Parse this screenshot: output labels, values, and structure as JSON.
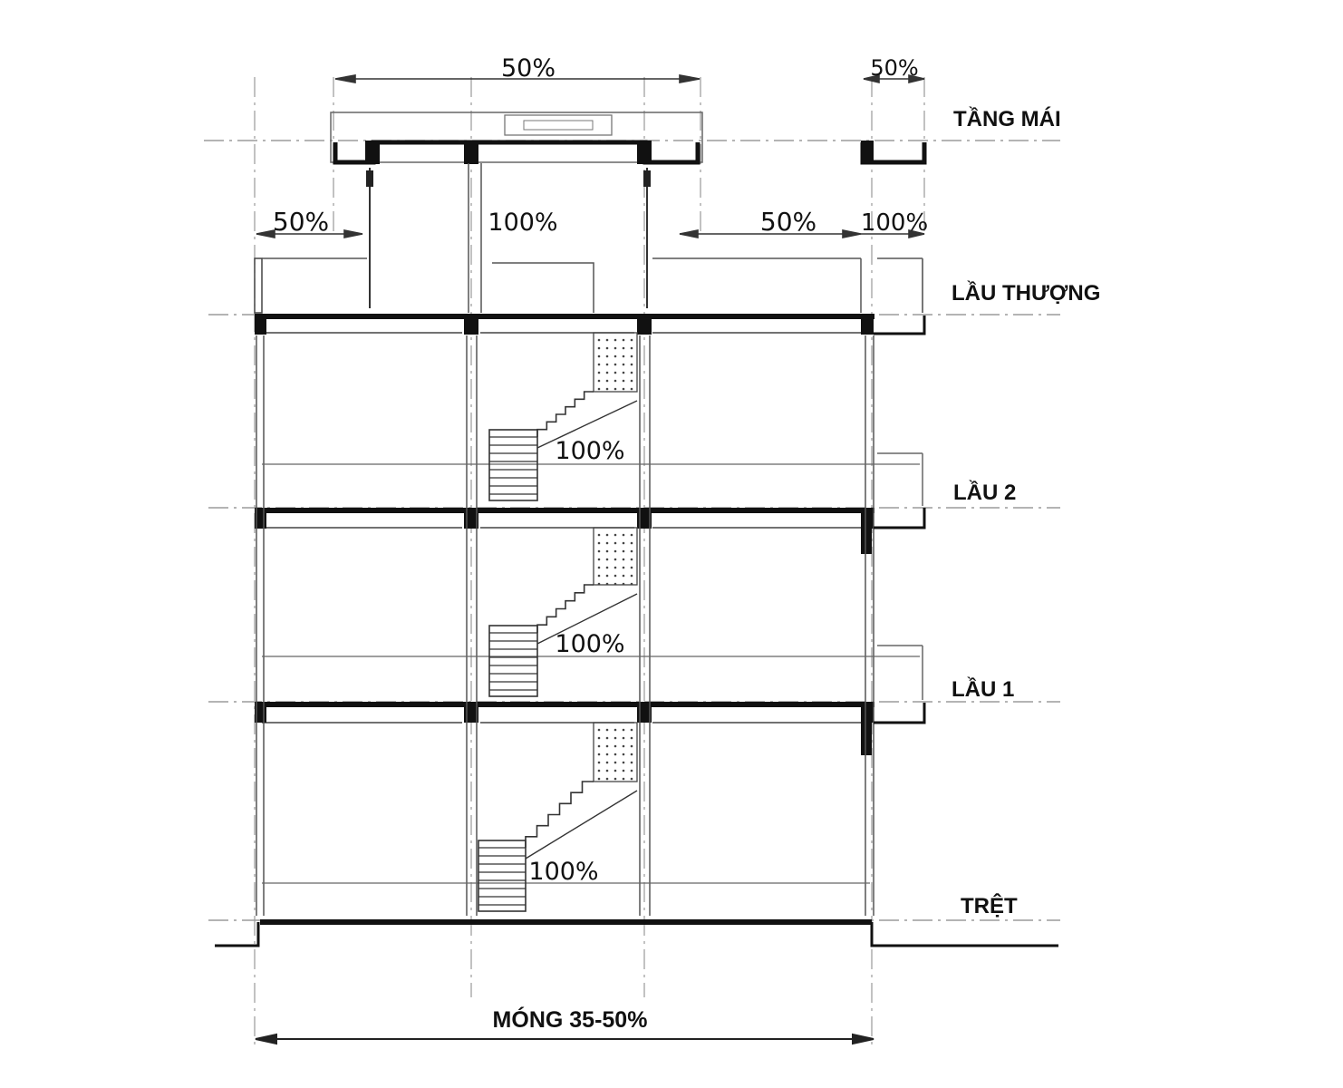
{
  "floors": {
    "roof": "TẦNG MÁI",
    "rooftop": "LẦU THƯỢNG",
    "floor2": "LẦU 2",
    "floor1": "LẦU 1",
    "ground": "TRỆT"
  },
  "foundation": "MÓNG 35-50%",
  "percentages": {
    "roof_center": "50%",
    "roof_right": "50%",
    "rooftop_left": "50%",
    "rooftop_center": "100%",
    "rooftop_right": "50%",
    "rooftop_far_right": "100%",
    "floor2_stair": "100%",
    "floor1_stair": "100%",
    "ground_stair": "100%"
  }
}
